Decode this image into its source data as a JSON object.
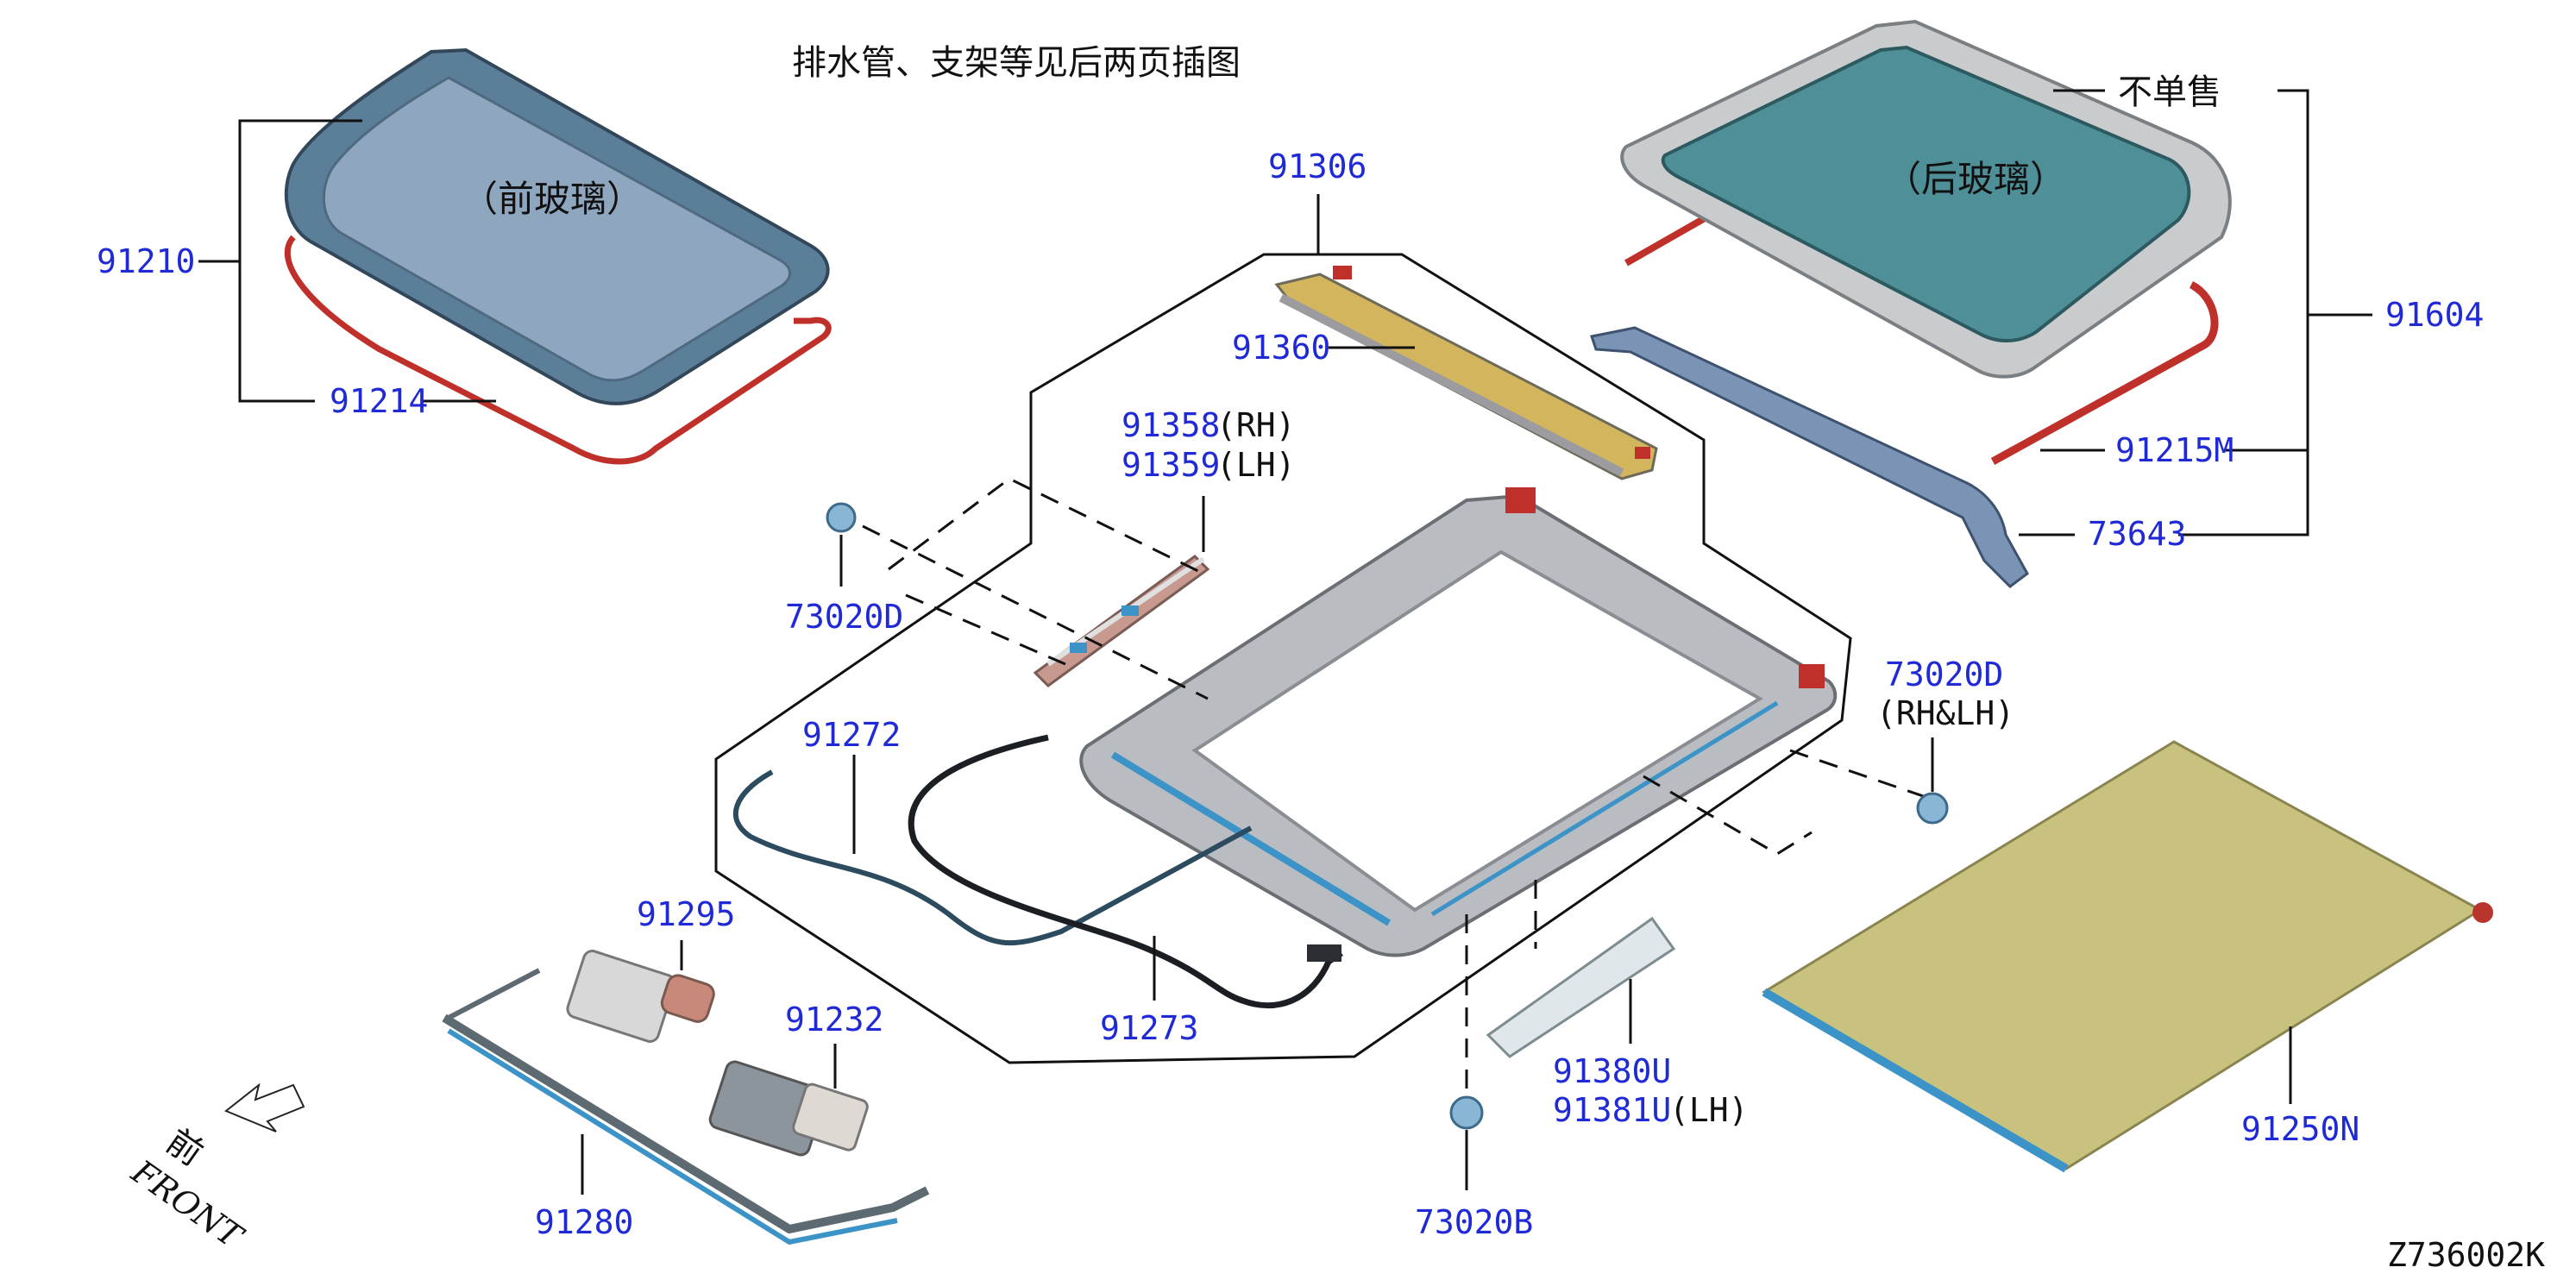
{
  "header": {
    "note": "排水管、支架等见后两页插图"
  },
  "footer": {
    "diagram_code": "Z736002K"
  },
  "glass": {
    "front": "（前玻璃）",
    "rear": "（后玻璃）",
    "not_sold_separately": "不单售"
  },
  "orientation": {
    "front_cn": "前",
    "front_en": "FRONT"
  },
  "parts": {
    "p91210": "91210",
    "p91214": "91214",
    "p91306": "91306",
    "p91360": "91360",
    "p91358": "91358",
    "p91358_side": "(RH)",
    "p91359": "91359",
    "p91359_side": "(LH)",
    "p73020D_left": "73020D",
    "p73020D_right": "73020D",
    "p73020D_right_side": "(RH&LH)",
    "p91272": "91272",
    "p91273": "91273",
    "p91295": "91295",
    "p91232": "91232",
    "p91280": "91280",
    "p73020B": "73020B",
    "p91380U": "91380U",
    "p91381U": "91381U",
    "p91381U_side": "(LH)",
    "p91604": "91604",
    "p91215M": "91215M",
    "p73643": "73643",
    "p91250N": "91250N"
  },
  "colors": {
    "part_number": "#1f2ad6",
    "glass_front": "#6f8fa8",
    "glass_rear": "#4f8f97",
    "seal": "#c0302a",
    "frame": "#b9bcc0",
    "shade": "#c8c27e",
    "accent_blue": "#3b93c8"
  }
}
